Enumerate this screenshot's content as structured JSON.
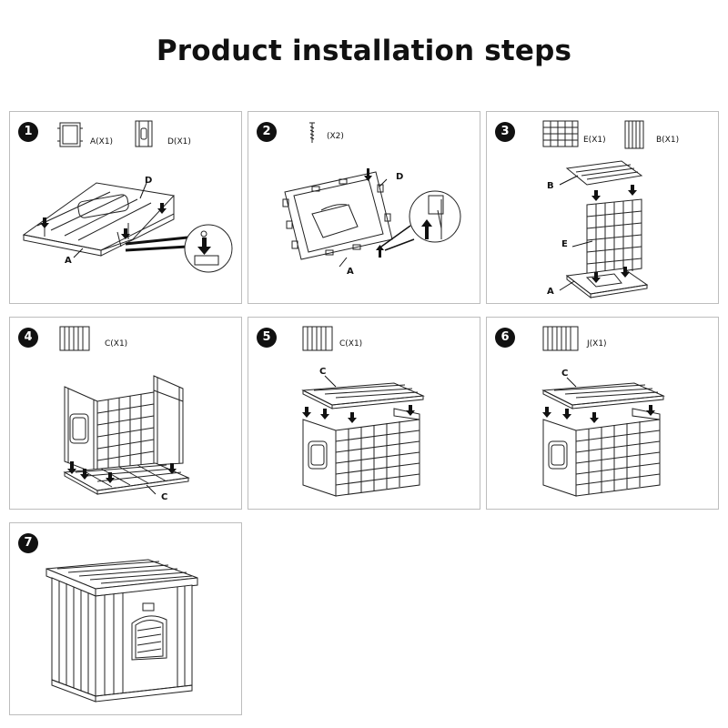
{
  "title": "Product installation steps",
  "steps": [
    {
      "number": "1",
      "parts": [
        "A(X1)",
        "D(X1)"
      ],
      "callouts": [
        "D",
        "A"
      ]
    },
    {
      "number": "2",
      "parts": [
        "(X2)"
      ],
      "callouts": [
        "D",
        "A"
      ]
    },
    {
      "number": "3",
      "parts": [
        "E(X1)",
        "B(X1)"
      ],
      "callouts": [
        "B",
        "E",
        "A"
      ]
    },
    {
      "number": "4",
      "parts": [
        "C(X1)"
      ],
      "callouts": [
        "C"
      ]
    },
    {
      "number": "5",
      "parts": [
        "C(X1)"
      ],
      "callouts": [
        "C"
      ]
    },
    {
      "number": "6",
      "parts": [
        "J(X1)"
      ],
      "callouts": [
        "C"
      ]
    },
    {
      "number": "7",
      "parts": [],
      "callouts": []
    }
  ]
}
